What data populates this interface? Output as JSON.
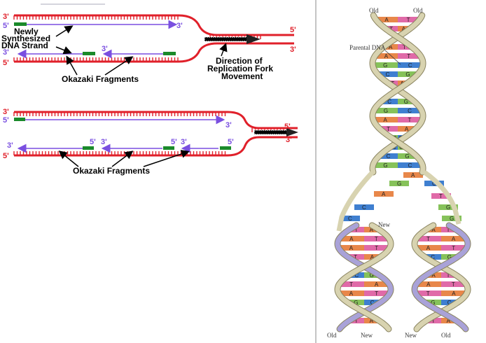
{
  "colors": {
    "parental_strand": "#e0202a",
    "new_strand": "#7a4fe0",
    "primer": "#1a8a2a",
    "backbone_old": "#d8d3b0",
    "backbone_new": "#a9a2d8",
    "base_A": "#e8874a",
    "base_T": "#e06aa8",
    "base_G": "#86c25a",
    "base_C": "#3f7fd0"
  },
  "top_fork": {
    "end_3_top": "3'",
    "end_5_lead": "5'",
    "end_3_lead": "3'",
    "end_3_lag": "3'",
    "end_5_bottom": "5'",
    "end_5_right": "5'",
    "end_3_right": "3'",
    "end_3_okazaki": "3'",
    "newly_synth_label": [
      "Newly",
      "Synthesized",
      "DNA Strand"
    ],
    "direction_label": [
      "Direction of",
      "Replication Fork",
      "Movement"
    ],
    "okazaki_label": "Okazaki Fragments"
  },
  "bottom_fork": {
    "end_3_top": "3'",
    "end_5_lead": "5'",
    "end_3_lead": "3'",
    "end_3_lag": "3'",
    "end_5_bottom": "5'",
    "end_5_right": "5'",
    "end_3_right": "3'",
    "frag_labels": [
      "5'",
      "3'",
      "5'",
      "3'",
      "5'"
    ],
    "okazaki_label": "Okazaki Fragments"
  },
  "helix": {
    "label_old_left": "Old",
    "label_old_right": "Old",
    "label_parental": "Parental DNA",
    "label_new_center": "New",
    "bottom_labels": [
      "Old",
      "New",
      "New",
      "Old"
    ],
    "base_letters": {
      "top_rungs": [
        "A",
        "T",
        "T",
        "A",
        "A",
        "G",
        "C",
        "T",
        "A",
        "C",
        "G"
      ],
      "mid_rungs": [
        "A",
        "T",
        "G",
        "C",
        "C",
        "G",
        "T",
        "A",
        "A",
        "A",
        "G",
        "C",
        "A",
        "T",
        "C",
        "G",
        "G",
        "C",
        "C",
        "G"
      ],
      "left_rungs": [
        "T",
        "A",
        "A",
        "T",
        "G",
        "C",
        "T",
        "A",
        "G",
        "C",
        "T",
        "A"
      ],
      "right_rungs": [
        "A",
        "T",
        "A",
        "C",
        "T",
        "A",
        "A",
        "T",
        "G",
        "C",
        "T",
        "A"
      ]
    }
  }
}
